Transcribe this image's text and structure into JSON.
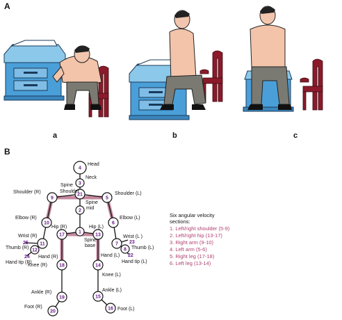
{
  "panels": {
    "A": "A",
    "B": "B",
    "sub_a": "a",
    "sub_b": "b",
    "sub_c": "c"
  },
  "joints": {
    "head": "Head",
    "neck": "Neck",
    "spine_shoulder_1": "Spine",
    "spine_shoulder_2": "Shoulder",
    "shoulder_r": "Shoulder (R)",
    "shoulder_l": "Shoulder (L)",
    "spine_mid_1": "Spine",
    "spine_mid_2": "mid",
    "elbow_r": "Elbow (R)",
    "elbow_l": "Elbow (L)",
    "hip_r": "Hip (R)",
    "hip_l": "Hip (L)",
    "wrist_r": "Wrist (R)",
    "wrist_l": "Wrist (L )",
    "spine_base_1": "Spine",
    "spine_base_2": "base",
    "thumb_r": "Thumb (R)",
    "thumb_l": "Thumb (L)",
    "hand_r": "Hand (R)",
    "hand_l": "Hand (L)",
    "hand_tip_r": "Hand tip (R)",
    "hand_tip_l": "Hand tip  (L)",
    "knee_r": "Knee (R)",
    "knee_l": "Knee (L)",
    "ankle_r": "Ankle (R)",
    "ankle_l": "Ankle (L)",
    "foot_r": "Foot (R)",
    "foot_l": "Foot (L)"
  },
  "node_numbers": {
    "n4": "4",
    "n3": "3",
    "n21": "21",
    "n9": "9",
    "n5": "5",
    "n2": "2",
    "n10": "10",
    "n6": "6",
    "n1": "1",
    "n17": "17",
    "n13": "13",
    "n11": "11",
    "n7": "7",
    "n12": "12",
    "n8": "8",
    "n18": "18",
    "n14": "14",
    "n19": "19",
    "n15": "15",
    "n20": "20",
    "n16": "16",
    "n25": "25",
    "n24": "24",
    "n23": "23",
    "n22": "22"
  },
  "legend": {
    "title_1": "Six angular velocity",
    "title_2": "sections:",
    "items": [
      "1. Left/right shoulder (5-9)",
      "2. Left/right hip (13-17)",
      "3. Right arm (9-10)",
      "4. Left arm (5-6)",
      "5. Right leg (17-18)",
      "6. Left leg (13-14)"
    ]
  },
  "colors": {
    "highlight": "#c4889f",
    "legend_text": "#b04070",
    "node_text": "#6a1d8c",
    "table_blue": "#4a9fd8",
    "chair_red": "#8b1a2a",
    "shirt": "#f3c4aa",
    "trousers": "#7a7a72"
  }
}
